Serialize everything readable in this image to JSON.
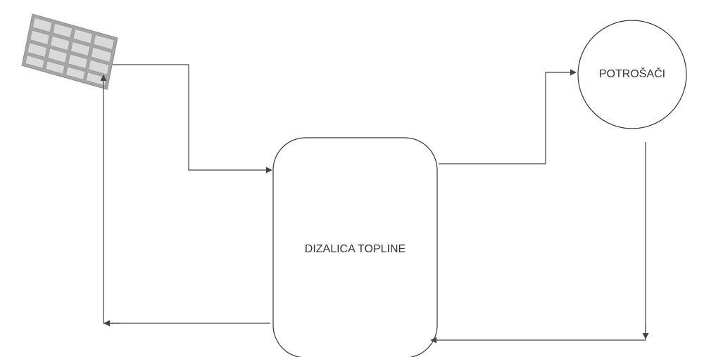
{
  "diagram": {
    "nodes": {
      "heat_pump": {
        "label": "DIZALICA TOPLINE"
      },
      "consumers": {
        "label": "POTROŠAČI"
      },
      "solar_panel": {
        "icon": "solar-panel-icon"
      }
    },
    "connections": [
      {
        "from": "solar_panel",
        "to": "heat_pump"
      },
      {
        "from": "heat_pump",
        "to": "consumers"
      },
      {
        "from": "consumers",
        "to": "heat_pump"
      },
      {
        "from": "heat_pump",
        "to": "solar_panel"
      }
    ],
    "colors": {
      "stroke": "#333333",
      "connector": "#444444",
      "panel_frame": "#a6a6a6",
      "panel_cell": "#d9d9d9",
      "background": "#ffffff"
    }
  }
}
